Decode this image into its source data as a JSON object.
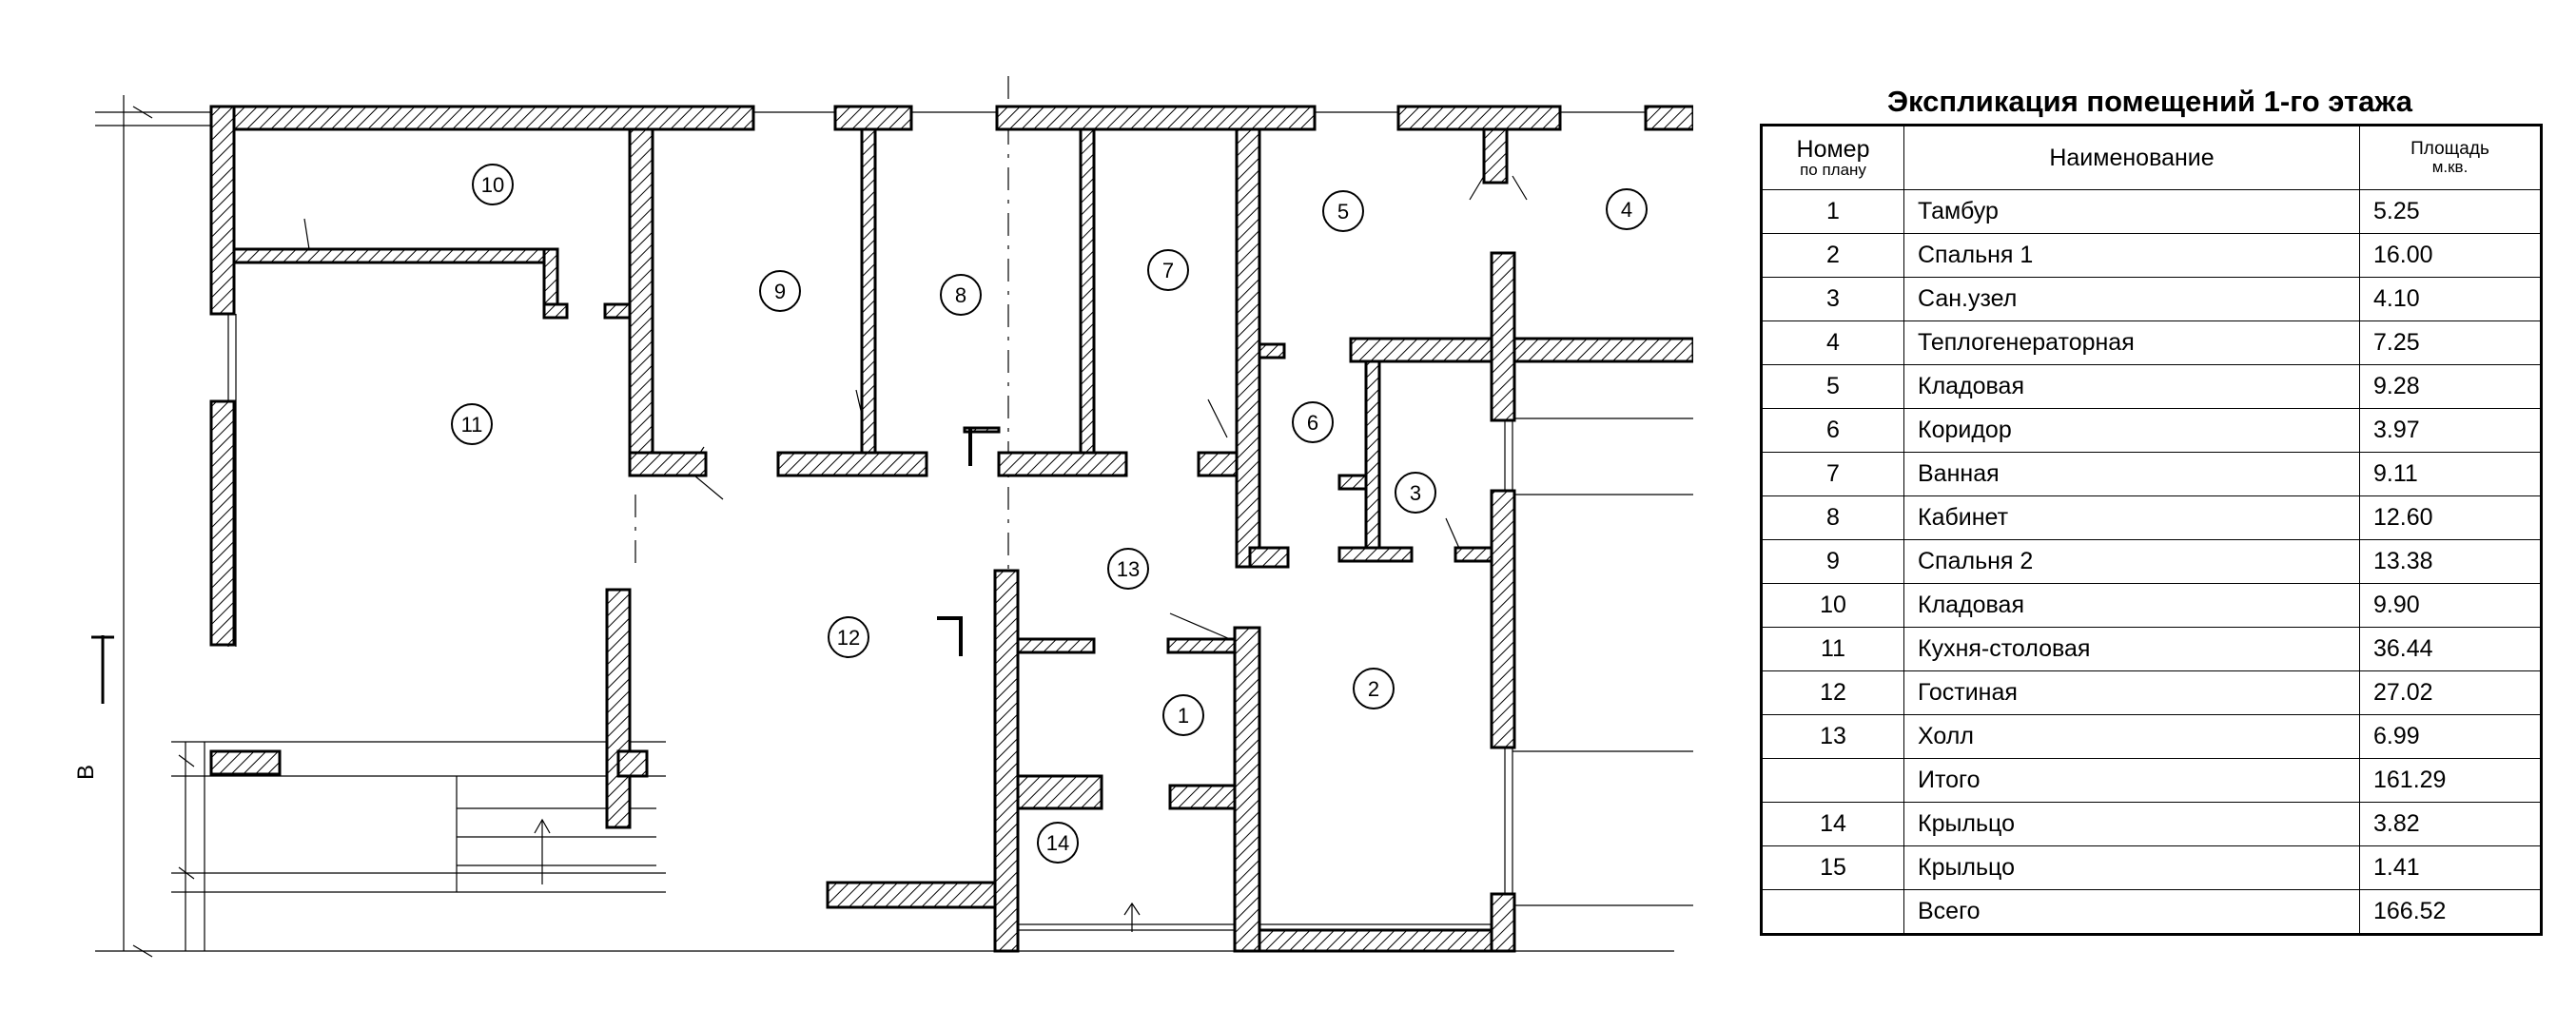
{
  "explication": {
    "title": "Экспликация помещений 1-го этажа",
    "headers": {
      "number_line1": "Номер",
      "number_line2": "по плану",
      "name": "Наименование",
      "area_line1": "Площадь",
      "area_line2": "м.кв."
    },
    "rows": [
      {
        "num": "1",
        "name": "Тамбур",
        "area": "5.25"
      },
      {
        "num": "2",
        "name": "Спальня 1",
        "area": "16.00"
      },
      {
        "num": "3",
        "name": "Сан.узел",
        "area": "4.10"
      },
      {
        "num": "4",
        "name": "Теплогенераторная",
        "area": "7.25"
      },
      {
        "num": "5",
        "name": "Кладовая",
        "area": "9.28"
      },
      {
        "num": "6",
        "name": "Коридор",
        "area": "3.97"
      },
      {
        "num": "7",
        "name": "Ванная",
        "area": "9.11"
      },
      {
        "num": "8",
        "name": "Кабинет",
        "area": "12.60"
      },
      {
        "num": "9",
        "name": "Спальня 2",
        "area": "13.38"
      },
      {
        "num": "10",
        "name": "Кладовая",
        "area": "9.90"
      },
      {
        "num": "11",
        "name": "Кухня-столовая",
        "area": "36.44"
      },
      {
        "num": "12",
        "name": "Гостиная",
        "area": "27.02"
      },
      {
        "num": "13",
        "name": "Холл",
        "area": "6.99"
      },
      {
        "num": "",
        "name": "Итого",
        "area": "161.29"
      },
      {
        "num": "14",
        "name": "Крыльцо",
        "area": "3.82"
      },
      {
        "num": "15",
        "name": "Крыльцо",
        "area": "1.41"
      },
      {
        "num": "",
        "name": "Всего",
        "area": "166.52"
      }
    ]
  },
  "plan": {
    "room_markers": [
      "10",
      "9",
      "8",
      "7",
      "5",
      "4",
      "11",
      "6",
      "3",
      "13",
      "12",
      "1",
      "2",
      "14"
    ],
    "section_mark": "В",
    "colors": {
      "line": "#000000",
      "hatch": "#000000",
      "background": "#ffffff"
    }
  }
}
